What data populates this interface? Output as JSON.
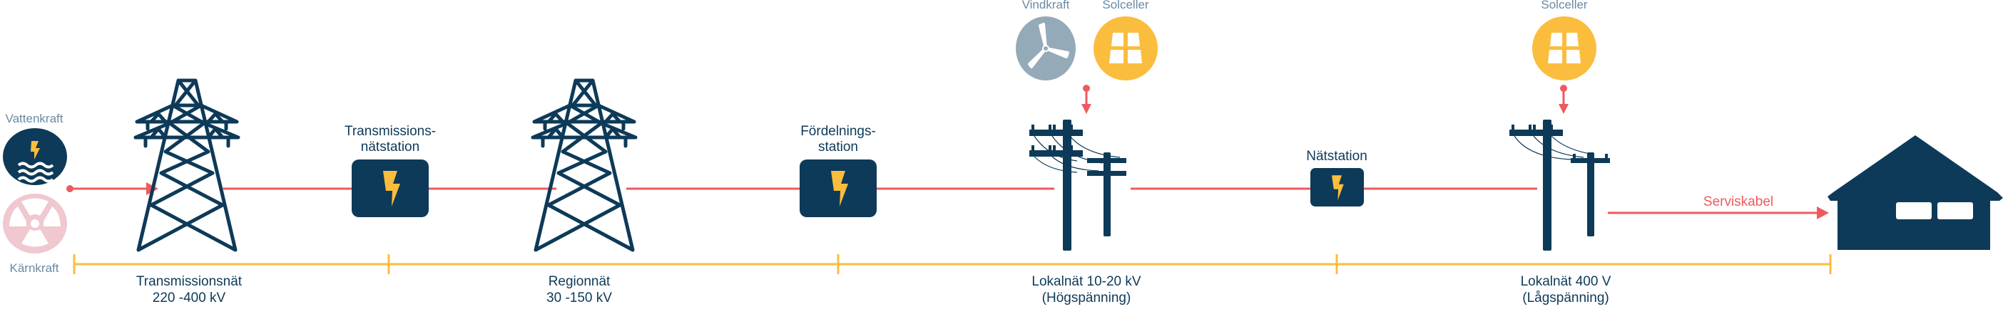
{
  "sources": {
    "hydro": "Vattenkraft",
    "nuclear": "Kärnkraft",
    "wind": "Vindkraft",
    "solar_1": "Solceller",
    "solar_2": "Solceller"
  },
  "stations": {
    "transmission_line1": "Transmissions-",
    "transmission_line2": "nätstation",
    "distribution_line1": "Fördelnings-",
    "distribution_line2": "station",
    "local": "Nätstation"
  },
  "service_cable": "Serviskabel",
  "segments": [
    {
      "line1": "Transmissionsnät",
      "line2": "220 -400 kV"
    },
    {
      "line1": "Regionnät",
      "line2": "30 -150 kV"
    },
    {
      "line1": "Lokalnät 10-20 kV",
      "line2": "(Högspänning)"
    },
    {
      "line1": "Lokalnät 400 V",
      "line2": "(Lågspänning)"
    }
  ],
  "colors": {
    "navy": "#0d3a58",
    "yellow": "#fbbd3d",
    "red": "#ee5a5e",
    "wind": "#94aab9",
    "nuclear": "#f0c8cf"
  }
}
